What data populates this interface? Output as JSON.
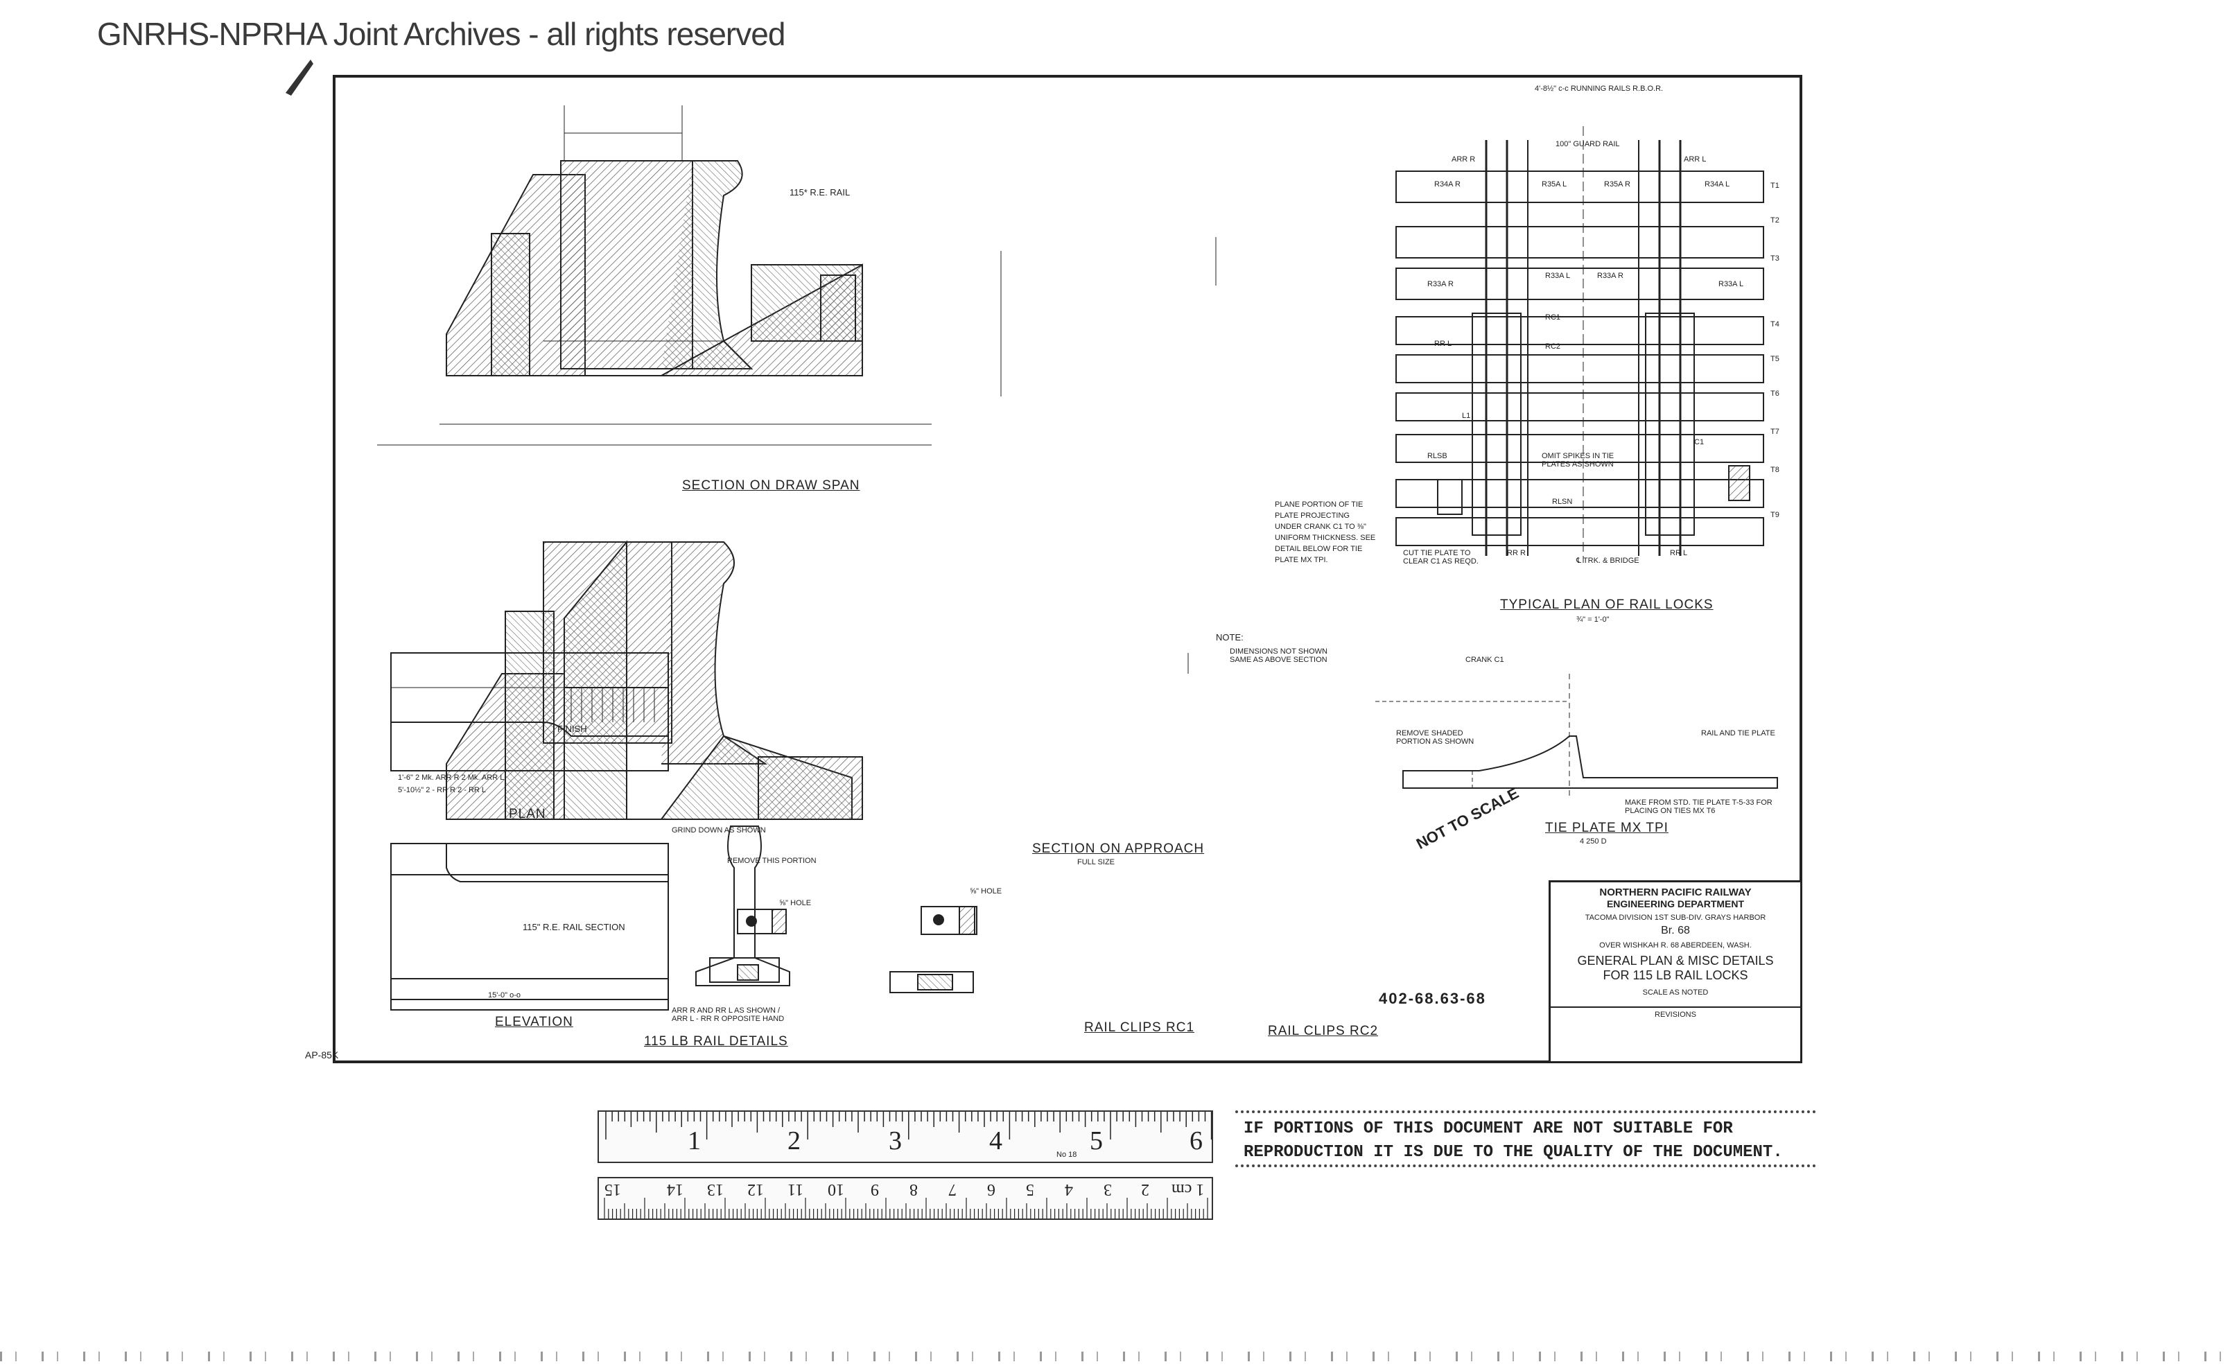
{
  "watermark": "GNRHS-NPRHA Joint Archives - all rights reserved",
  "drawing": {
    "section_draw_span": "SECTION ON DRAW SPAN",
    "section_approach": "SECTION ON APPROACH",
    "section_approach_scale": "FULL SIZE",
    "typical_plan": "TYPICAL PLAN OF RAIL LOCKS",
    "typical_plan_scale": "¾\" = 1'-0\"",
    "tie_plate": "TIE PLATE MX TPI",
    "tie_plate_scale": "4 250 D",
    "not_to_scale": "NOT TO SCALE",
    "plan": "PLAN",
    "elevation": "ELEVATION",
    "rail_details": "115 LB RAIL DETAILS",
    "rail_clips_rc1": "RAIL CLIPS RC1",
    "rail_clips_rc2": "RAIL CLIPS RC2",
    "drawing_number": "402-68.63-68",
    "rail_section_label": "115\" R.E. RAIL SECTION",
    "rail_label": "115* R.E. RAIL",
    "note_title": "NOTE:",
    "note_text": "DIMENSIONS NOT SHOWN SAME AS ABOVE SECTION",
    "finish": "FINISH",
    "grind_down": "GRIND DOWN AS SHOWN",
    "remove_portion": "REMOVE THIS PORTION",
    "remove_shaded": "REMOVE SHADED PORTION AS SHOWN",
    "crank_c1": "CRANK C1",
    "rail_tie_plate": "RAIL AND TIE PLATE",
    "make_from_std": "MAKE FROM STD. TIE PLATE T-5-33 FOR PLACING ON TIES MX T6",
    "plane_portion": "PLANE PORTION OF TIE PLATE PROJECTING UNDER CRANK C1 TO ⅜\" UNIFORM THICKNESS. SEE DETAIL BELOW FOR TIE PLATE MX TPI.",
    "cut_tie_plate": "CUT TIE PLATE TO CLEAR C1 AS REQD.",
    "omit_spikes": "OMIT SPIKES IN TIE PLATES AS SHOWN",
    "running_rails": "4'-8½\" c-c RUNNING RAILS R.B.O.R.",
    "guard_rail": "100\" GUARD RAIL",
    "track_bridge": "℄ TRK. & BRIDGE",
    "hole_label": "⅝\" HOLE",
    "arr_notes": "ARR R AND RR L AS SHOWN / ARR L - RR R OPPOSITE HAND",
    "plan_dims": [
      "1'-6\"  2 Mk. ARR R  2 Mk. ARR L",
      "5'-10½\"  2 - RR R  2 - RR L"
    ],
    "elev_dim": "15'-0\" o-o",
    "lock_labels": [
      "ARR R",
      "ARR L",
      "R34A R",
      "R35A L",
      "R35A R",
      "R34A L",
      "R33A R",
      "R33A L",
      "R33A R",
      "R33A L",
      "RC1",
      "RC2",
      "RR L",
      "L1",
      "RLSB",
      "RLSN",
      "C1",
      "RR R",
      "RR L"
    ],
    "tie_labels": [
      "T1",
      "T2",
      "T3",
      "T4",
      "T5",
      "T6",
      "T7",
      "T8",
      "T9"
    ],
    "ap_label": "AP-85K"
  },
  "title_block": {
    "company": "NORTHERN PACIFIC RAILWAY",
    "department": "ENGINEERING DEPARTMENT",
    "location": "TACOMA   DIVISION 1ST   SUB-DIV. GRAYS HARBOR",
    "bridge": "Br. 68",
    "river": "OVER WISHKAH R. 68     ABERDEEN, WASH.",
    "title_line1": "GENERAL PLAN & MISC DETAILS",
    "title_line2": "FOR 115 LB RAIL LOCKS",
    "scale": "SCALE AS NOTED",
    "revisions": "REVISIONS"
  },
  "ruler": {
    "inch_numbers": [
      "1",
      "2",
      "3",
      "4",
      "5",
      "6"
    ],
    "no_label": "No 18",
    "cm_numbers": [
      "1 cm",
      "2",
      "3",
      "4",
      "5",
      "6",
      "7",
      "8",
      "9",
      "10",
      "11",
      "12",
      "13",
      "14",
      "15"
    ]
  },
  "notice": "IF PORTIONS OF THIS DOCUMENT ARE NOT SUITABLE FOR REPRODUCTION IT IS DUE TO THE QUALITY OF THE DOCUMENT."
}
